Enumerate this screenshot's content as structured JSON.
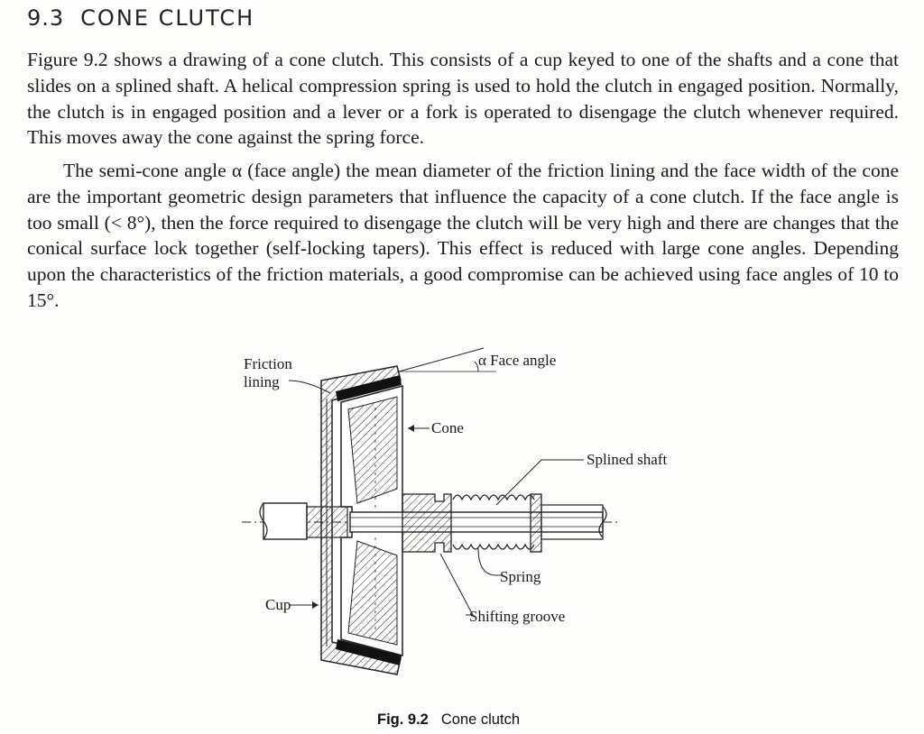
{
  "section": {
    "number": "9.3",
    "title": "CONE CLUTCH"
  },
  "paragraphs": [
    "Figure 9.2 shows a drawing of a cone clutch. This consists of a cup keyed to one of the shafts and a cone that slides on a splined shaft. A helical compression spring is used to hold the clutch in engaged position. Normally, the clutch is in engaged position and a lever or a fork is operated to disengage the clutch whenever required. This moves away the cone against the spring force.",
    "The semi-cone angle α (face angle) the mean diameter of the friction lining and the face width of the cone are the important geometric design parameters that influence the capacity of a cone clutch. If the face angle is too small (< 8°), then the force required to disengage the clutch will be very high and there are changes that the conical surface lock together (self-locking tapers). This effect is reduced with large cone angles. Depending upon the characteristics of the friction materials, a good compromise can be achieved using face angles of 10 to 15°."
  ],
  "figure": {
    "labels": {
      "friction_lining_1": "Friction",
      "friction_lining_2": "lining",
      "face_angle": "α Face angle",
      "cone": "Cone",
      "splined_shaft": "Splined shaft",
      "spring": "Spring",
      "cup": "Cup",
      "shifting_groove": "Shifting groove"
    },
    "caption_number": "Fig. 9.2",
    "caption_text": "Cone clutch"
  }
}
